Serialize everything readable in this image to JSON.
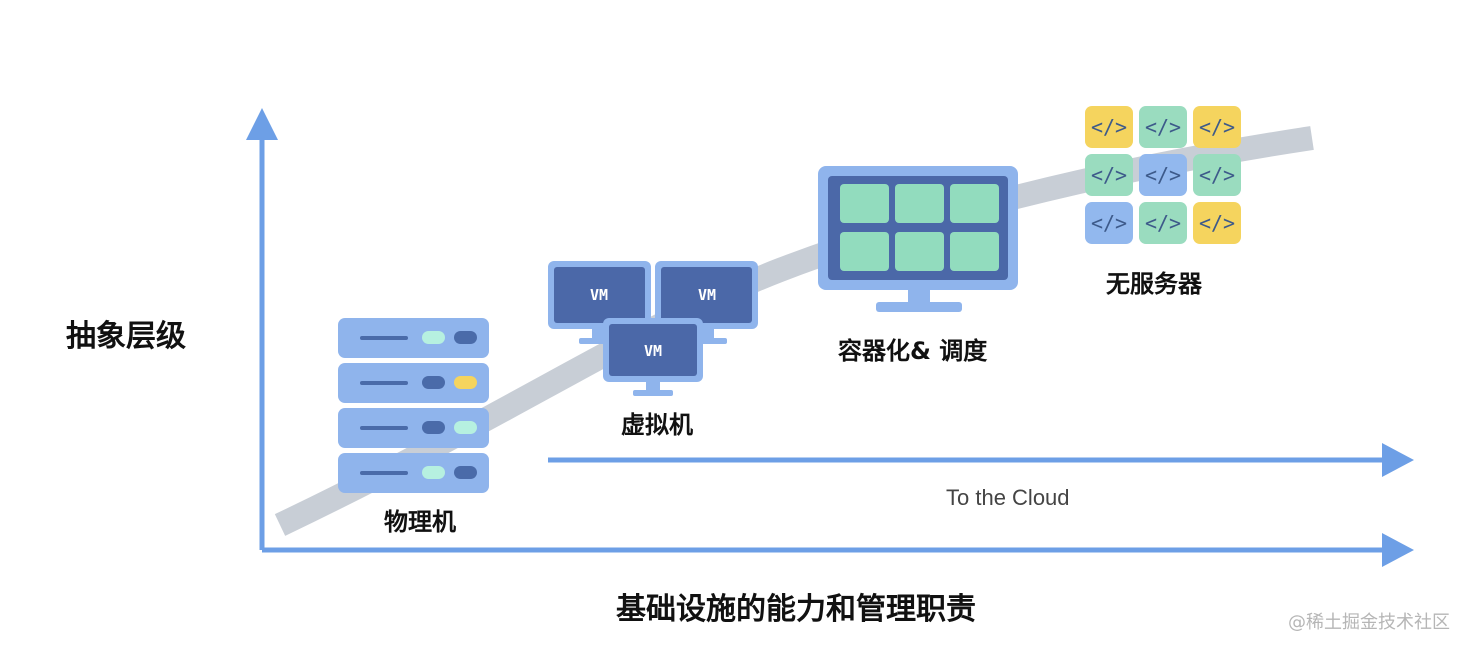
{
  "diagram": {
    "y_axis_label": "抽象层级",
    "x_axis_label": "基础设施的能力和管理职责",
    "cloud_arrow_label": "To the Cloud",
    "stages": [
      {
        "id": "physical",
        "label": "物理机"
      },
      {
        "id": "vm",
        "label": "虚拟机",
        "vm_text": "VM"
      },
      {
        "id": "container",
        "label": "容器化& 调度"
      },
      {
        "id": "serverless",
        "label": "无服务器",
        "code_symbol": "</>"
      }
    ],
    "colors": {
      "arrow": "#6d9fe6",
      "curve": "#c8ced6",
      "server_light": "#8fb4ec",
      "server_dark": "#4a6ba9",
      "vm_dark": "#4b68a8",
      "container_tile": "#92dcbe",
      "code_green": "#9adcbf",
      "code_blue": "#92b8ee",
      "code_yellow": "#f5d45e",
      "led_teal": "#b6f0e0",
      "led_yellow": "#f5d45e"
    },
    "serverless_grid": [
      [
        "yellow",
        "green",
        "yellow"
      ],
      [
        "green",
        "blue",
        "green"
      ],
      [
        "blue",
        "green",
        "yellow"
      ]
    ]
  },
  "watermark": "@稀土掘金技术社区"
}
